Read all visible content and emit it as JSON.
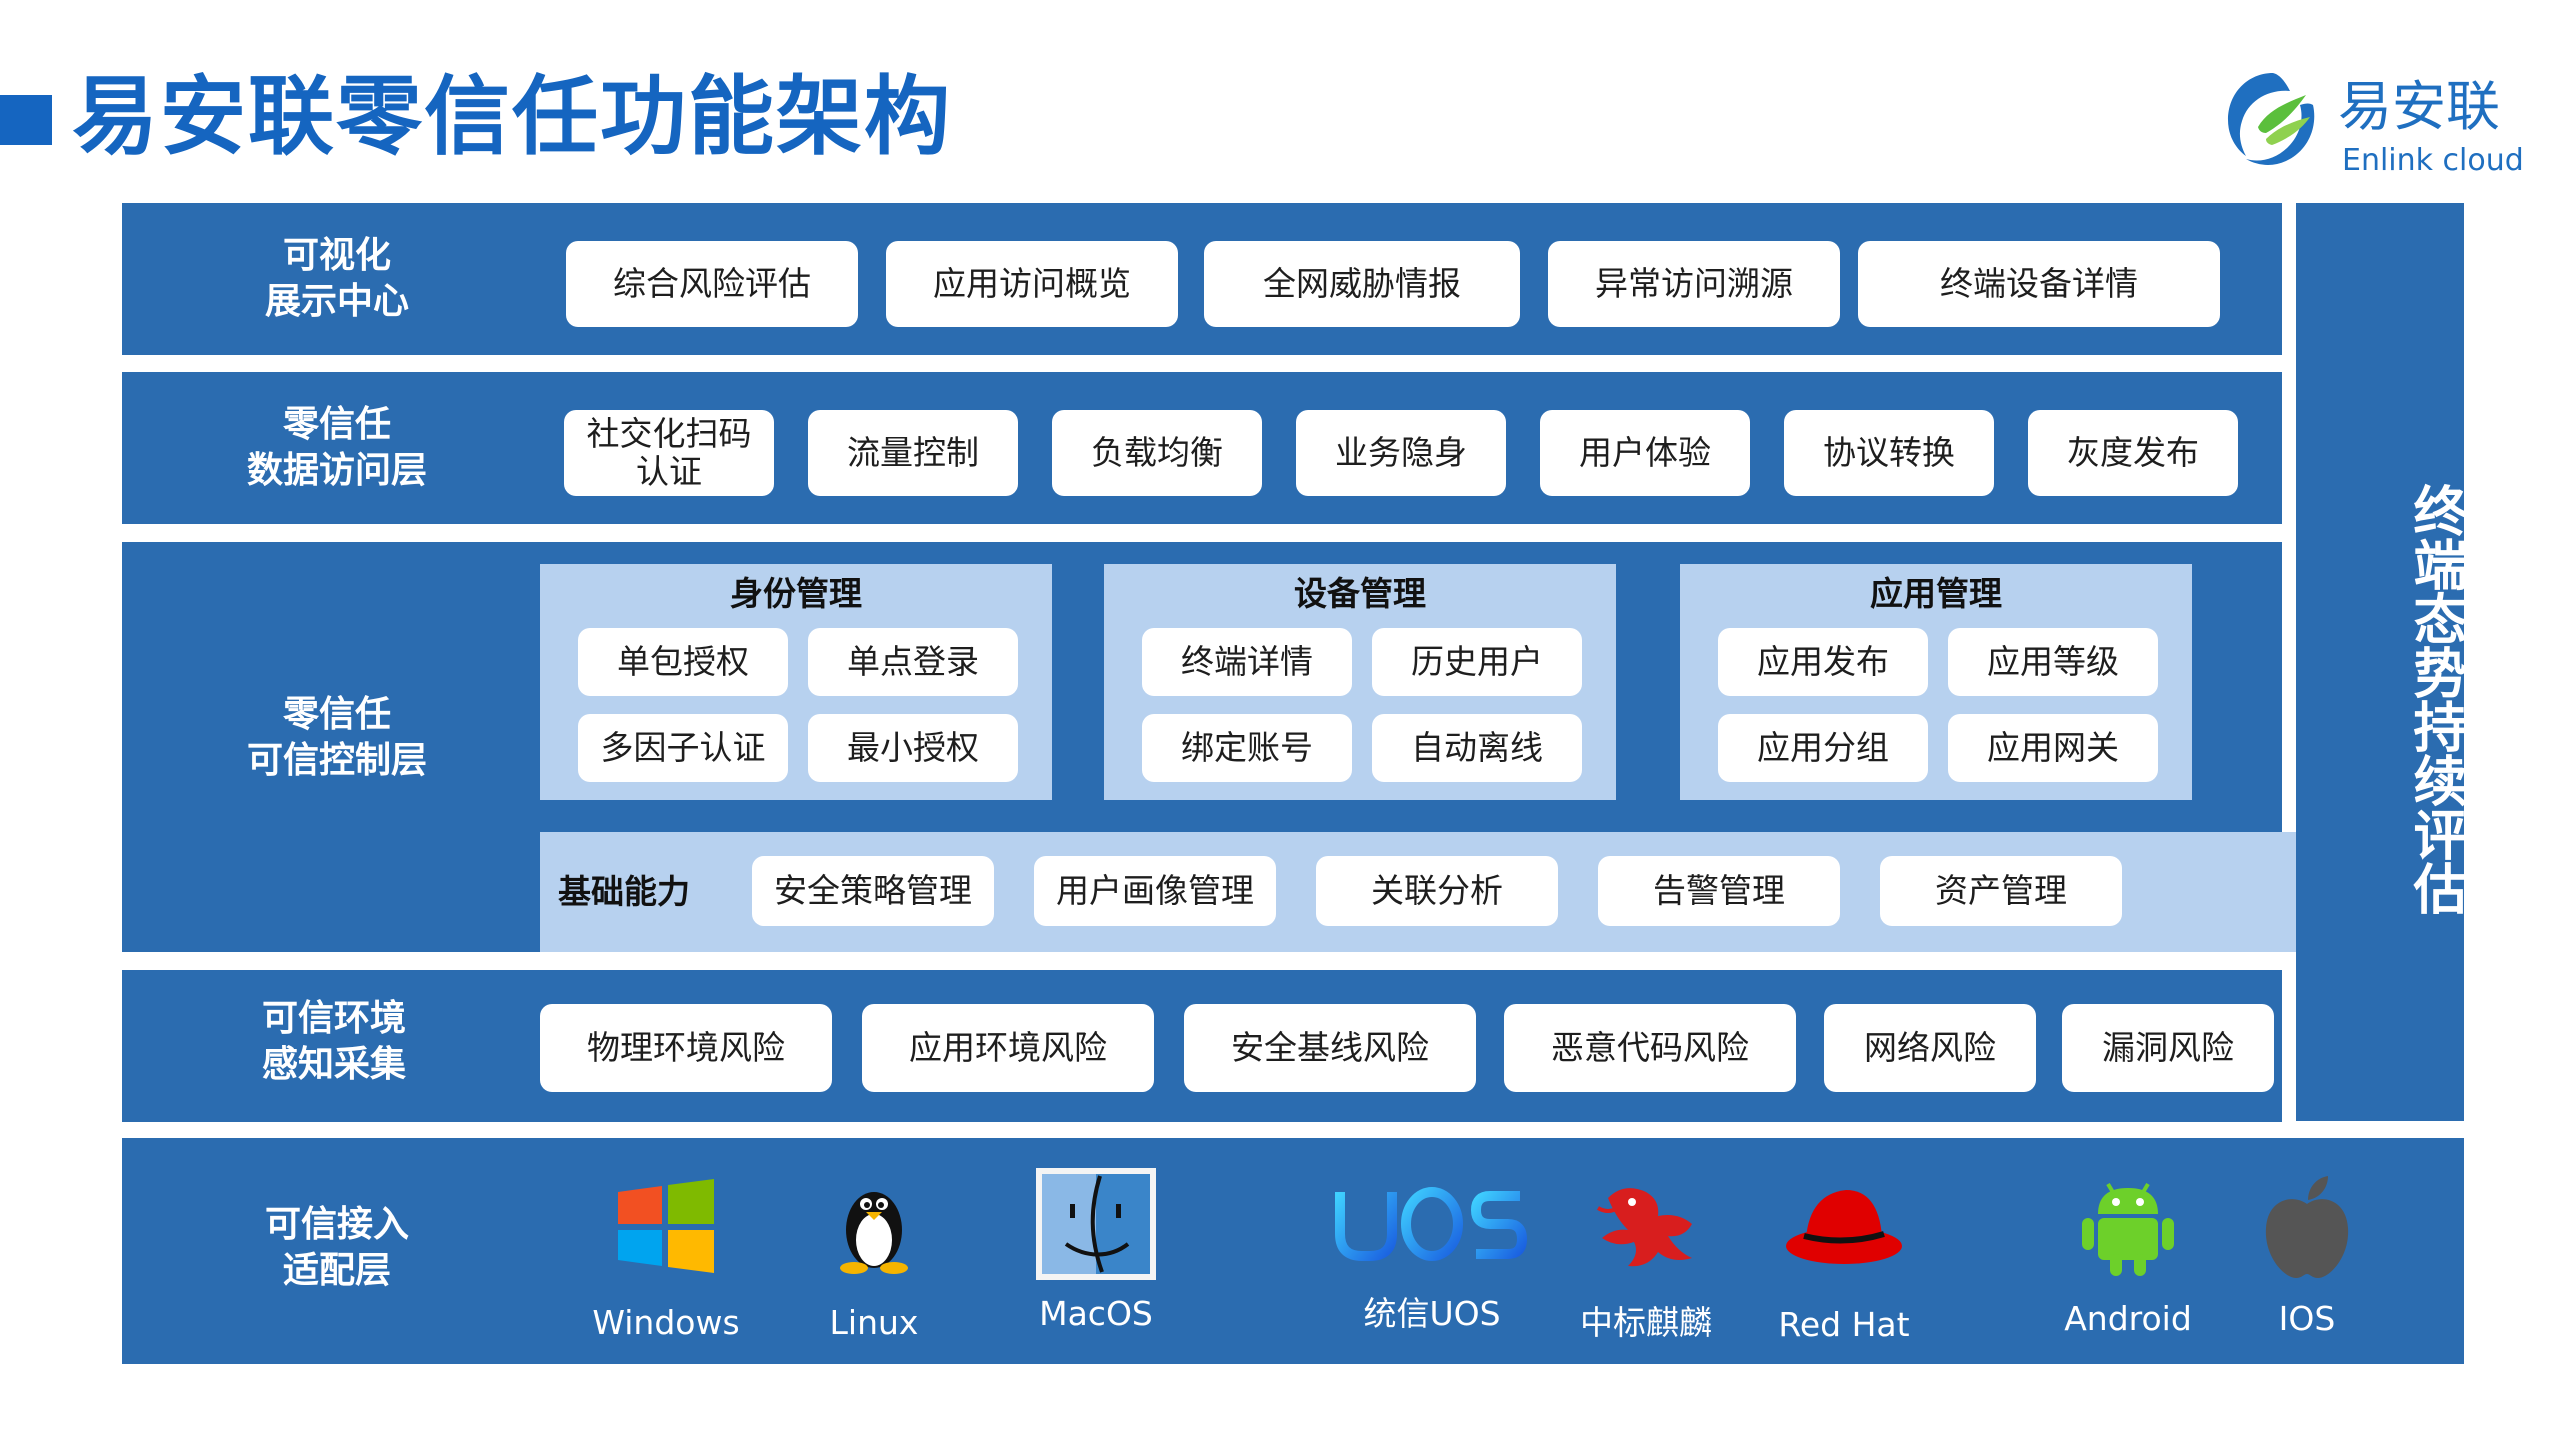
{
  "header": {
    "title": "易安联零信任功能架构",
    "logo_cn": "易安联",
    "logo_en": "Enlink cloud"
  },
  "side_label": "终端态势持续评估",
  "colors": {
    "layer": "#2b6cb0",
    "group": "#b7d1ef",
    "title": "#1565c0"
  },
  "layers": {
    "visual": {
      "label": "可视化\n展示中心",
      "items": [
        "综合风险评估",
        "应用访问概览",
        "全网威胁情报",
        "异常访问溯源",
        "终端设备详情"
      ]
    },
    "data_access": {
      "label": "零信任\n数据访问层",
      "items": [
        "社交化扫码\n认证",
        "流量控制",
        "负载均衡",
        "业务隐身",
        "用户体验",
        "协议转换",
        "灰度发布"
      ]
    },
    "control": {
      "label": "零信任\n可信控制层",
      "groups": [
        {
          "title": "身份管理",
          "items": [
            "单包授权",
            "单点登录",
            "多因子认证",
            "最小授权"
          ]
        },
        {
          "title": "设备管理",
          "items": [
            "终端详情",
            "历史用户",
            "绑定账号",
            "自动离线"
          ]
        },
        {
          "title": "应用管理",
          "items": [
            "应用发布",
            "应用等级",
            "应用分组",
            "应用网关"
          ]
        }
      ],
      "base": {
        "label": "基础能力",
        "items": [
          "安全策略管理",
          "用户画像管理",
          "关联分析",
          "告警管理",
          "资产管理"
        ]
      }
    },
    "env": {
      "label": "可信环境\n感知采集",
      "items": [
        "物理环境风险",
        "应用环境风险",
        "安全基线风险",
        "恶意代码风险",
        "网络风险",
        "漏洞风险"
      ]
    },
    "access": {
      "label": "可信接入\n适配层",
      "os": [
        {
          "name": "Windows",
          "icon": "windows-icon"
        },
        {
          "name": "Linux",
          "icon": "linux-tux-icon"
        },
        {
          "name": "MacOS",
          "icon": "macos-finder-icon"
        },
        {
          "name": "统信UOS",
          "icon": "uos-icon"
        },
        {
          "name": "中标麒麟",
          "icon": "kylin-icon"
        },
        {
          "name": "Red Hat",
          "icon": "redhat-icon"
        },
        {
          "name": "Android",
          "icon": "android-icon"
        },
        {
          "name": "IOS",
          "icon": "apple-icon"
        }
      ]
    }
  }
}
